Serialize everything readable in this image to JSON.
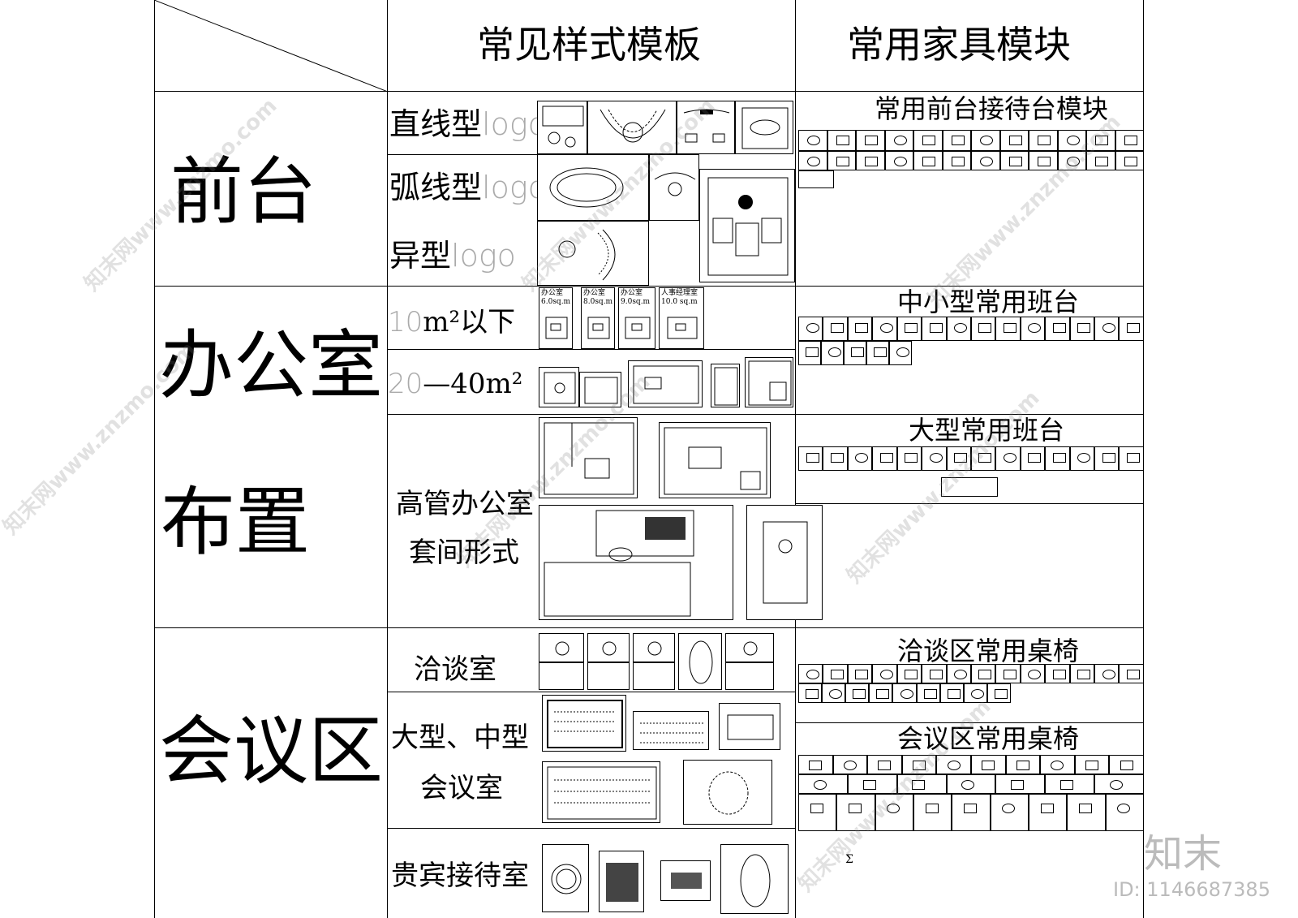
{
  "header": {
    "col_templates": "常见样式模板",
    "col_furniture": "常用家具模块"
  },
  "rows": {
    "reception": "前台",
    "office_1": "办公室",
    "office_2": "布置",
    "meeting": "会议区"
  },
  "sub": {
    "straight": "直线型",
    "arc": "弧线型",
    "special": "异型",
    "logo": "logo",
    "under10_num": "10",
    "under10_txt": "m²以下",
    "r20_num": "20",
    "r20_txt": "—40m²",
    "exec_1": "高管办公室",
    "exec_2": "套间形式",
    "negotiation": "洽谈室",
    "large_1": "大型、中型",
    "large_2": "会议室",
    "vip": "贵宾接待室"
  },
  "furniture_titles": {
    "reception_desk": "常用前台接待台模块",
    "small_desk": "中小型常用班台",
    "large_desk": "大型常用班台",
    "negotiation_set": "洽谈区常用桌椅",
    "meeting_set": "会议区常用桌椅"
  },
  "office_small_labels": [
    {
      "name": "办公室",
      "area": "6.0sq.m"
    },
    {
      "name": "办公室",
      "area": "8.0sq.m"
    },
    {
      "name": "办公室",
      "area": "9.0sq.m"
    },
    {
      "name": "人事经理室",
      "area": "10.0 sq.m"
    }
  ],
  "misc": {
    "sigma": "Σ"
  },
  "watermark": {
    "brand": "知末",
    "id": "ID: 1146687385",
    "site": "知末网www.znzmo.com"
  }
}
